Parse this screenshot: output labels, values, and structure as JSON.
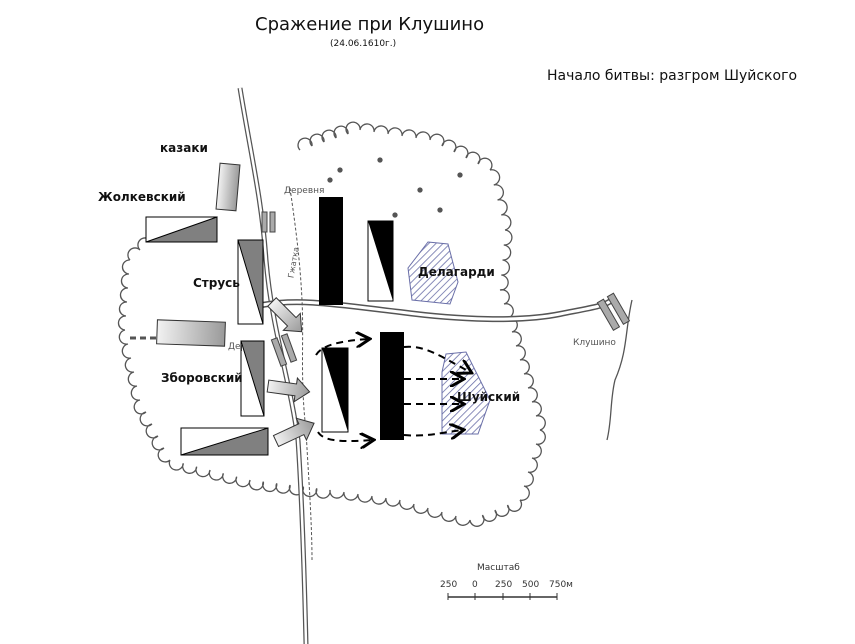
{
  "header": {
    "title": "Сражение при Клушино",
    "date": "(24.06.1610г.)",
    "subtitle": "Начало битвы: разгром Шуйского"
  },
  "units": {
    "cossacks": "казаки",
    "zholkevsky": "Жолкевский",
    "strus": "Струсь",
    "zborovsky": "Зборовский",
    "delagardie": "Делагарди",
    "shuisky": "Шуйский"
  },
  "map_labels": {
    "village_north": "Деревня",
    "village_south": "Деревня",
    "river": "Гжатка",
    "klushino": "Клушино"
  },
  "scale": {
    "title": "Масштаб",
    "ticks": [
      "250",
      "0",
      "250",
      "500",
      "750м"
    ]
  },
  "colors": {
    "polish_fill": "#808080",
    "russian_fill": "#000000",
    "hatch": "#6a6fa8"
  }
}
